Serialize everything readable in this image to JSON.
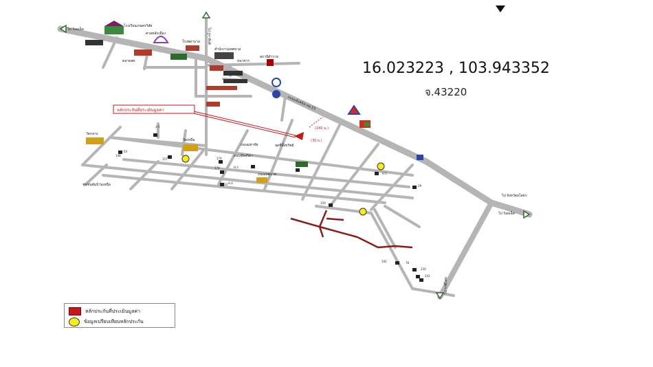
{
  "location": {
    "coordinates": "16.023223 , 103.943352",
    "province": "จ.43220"
  },
  "map": {
    "labels": {
      "top_left_arrow": "ไป ร้อยเอ็ด",
      "top_center_road": "ไป กู่กาสิงห์",
      "right_east": "ไป จังหวัดยโสธร",
      "right_east_small": "ไป ร้อยเอ็ด",
      "bottom_south": "ไป ราษีไศล",
      "main_road": "ถนนแจ้งสนิท ทล.23",
      "west_district": "ชุมชนคุ้มบ้านเหนือ",
      "west_temple": "วัดกลาง",
      "temple_2": "วัดเหนือ",
      "school_top": "โรงเรียนเกษตรวิสัย",
      "dome": "ศาลหลักเมือง",
      "hospital": "โรงพยาบาล",
      "market": "ตลาดสด",
      "municipal": "สำนักงานเทศบาล",
      "police": "สถานีตำรวจ",
      "bank": "ธนาคาร",
      "road_a": "ถนนมหาชัย",
      "road_b": "ถนนชัยสุริยา",
      "road_c": "ถนนเทศบาล",
      "subject_label": "หลักประกันที่ประเมินมูลค่า",
      "subject_point": "จุดที่ตั้งทรัพย์",
      "dist_a": "(240 ม.)",
      "dist_b": "(30 ม.)",
      "houses": [
        "1-5",
        "63",
        "148",
        "157",
        "174",
        "179",
        "33",
        "H.3",
        "H.4",
        "H.5",
        "150",
        "192",
        "78",
        "230",
        "242",
        "29"
      ]
    },
    "legend": {
      "appraised": "หลักประกันที่ประเมินมูลค่า",
      "comparable": "ข้อมูลเปรียบเทียบหลักประกัน"
    },
    "colors": {
      "road": "#b5b5b5",
      "river": "#8b1a1a",
      "subject": "#c8161d",
      "comparable": "#f5ec1a"
    }
  }
}
